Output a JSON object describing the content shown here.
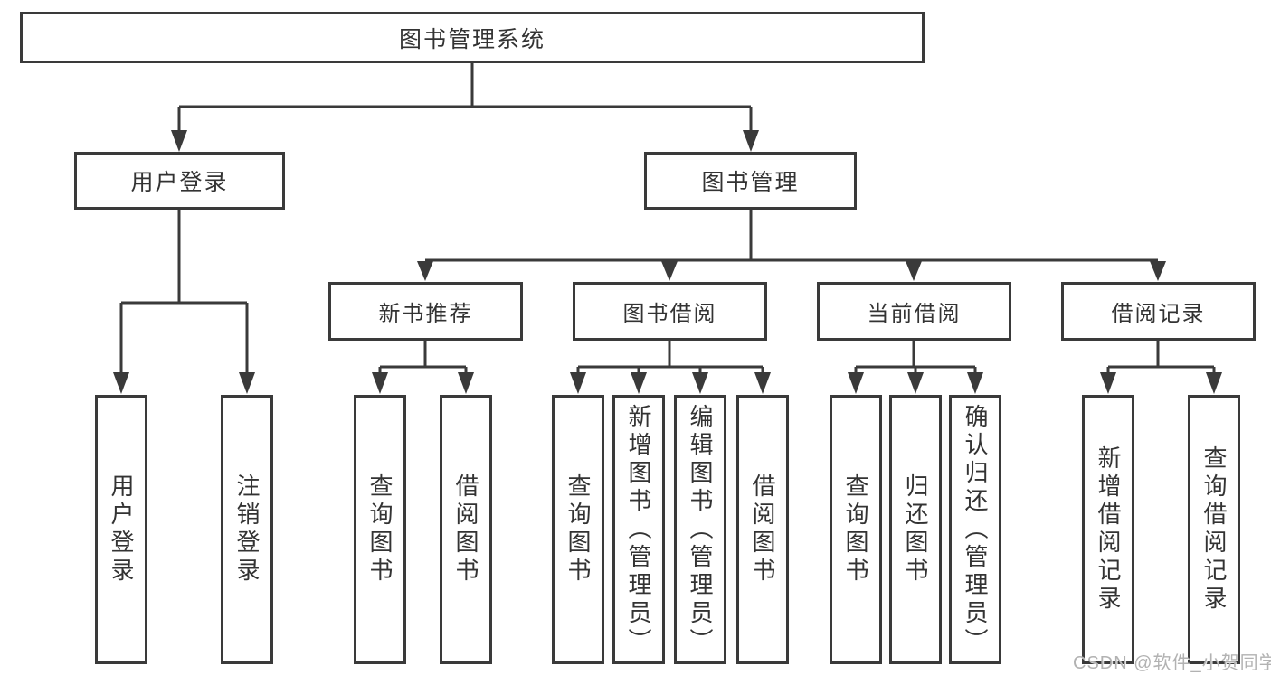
{
  "colors": {
    "line": "#3a3a3a",
    "text": "#333333",
    "background": "#ffffff",
    "watermark": "#b2b2b2"
  },
  "nodes": {
    "root": "图书管理系统",
    "user_login": "用户登录",
    "book_management": "图书管理",
    "new_book_recommend": "新书推荐",
    "book_borrow": "图书借阅",
    "current_borrow": "当前借阅",
    "borrow_records": "借阅记录"
  },
  "leaves": {
    "user_login": "用户登录",
    "logout": "注销登录",
    "nb_query_book": "查询图书",
    "nb_borrow_book": "借阅图书",
    "bb_query_book": "查询图书",
    "bb_add_book": "新增图书（管理员）",
    "bb_edit_book": "编辑图书（管理员）",
    "bb_borrow_book": "借阅图书",
    "cb_query_book": "查询图书",
    "cb_return_book": "归还图书",
    "cb_confirm_return": "确认归还（管理员）",
    "br_add_record": "新增借阅记录",
    "br_query_record": "查询借阅记录"
  },
  "watermark": "CSDN @软件_小贺同学"
}
